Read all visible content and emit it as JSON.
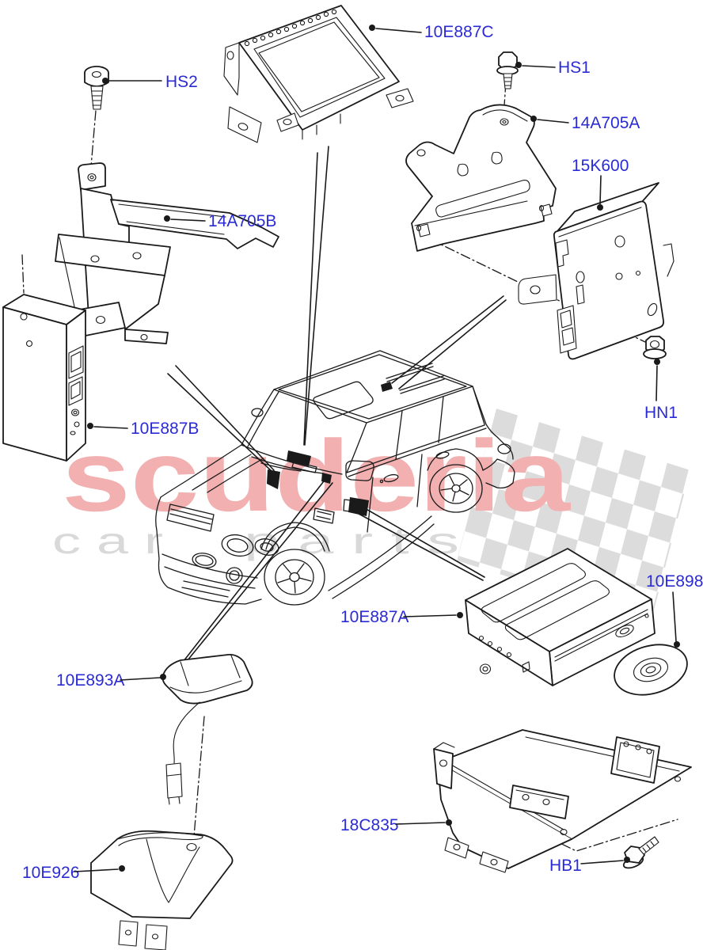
{
  "colors": {
    "background": "#FFFFFF",
    "line_art": "#1A1A1A",
    "label_blue": "#2B2BD5",
    "watermark_pink": "#F2B0B0",
    "watermark_gray": "#D9D9D9",
    "checker_gray": "#DCDCDC",
    "marker_black": "#000000"
  },
  "watermark": {
    "brand": "scuderia",
    "word_left": "c a r",
    "word_right": "p a r t s"
  },
  "labels": [
    {
      "part_number": "HS2"
    },
    {
      "part_number": "10E887C"
    },
    {
      "part_number": "HS1"
    },
    {
      "part_number": "14A705A"
    },
    {
      "part_number": "15K600"
    },
    {
      "part_number": "14A705B"
    },
    {
      "part_number": "10E887B"
    },
    {
      "part_number": "HN1"
    },
    {
      "part_number": "10E898"
    },
    {
      "part_number": "10E887A"
    },
    {
      "part_number": "10E893A"
    },
    {
      "part_number": "18C835"
    },
    {
      "part_number": "HB1"
    },
    {
      "part_number": "10E926"
    }
  ]
}
